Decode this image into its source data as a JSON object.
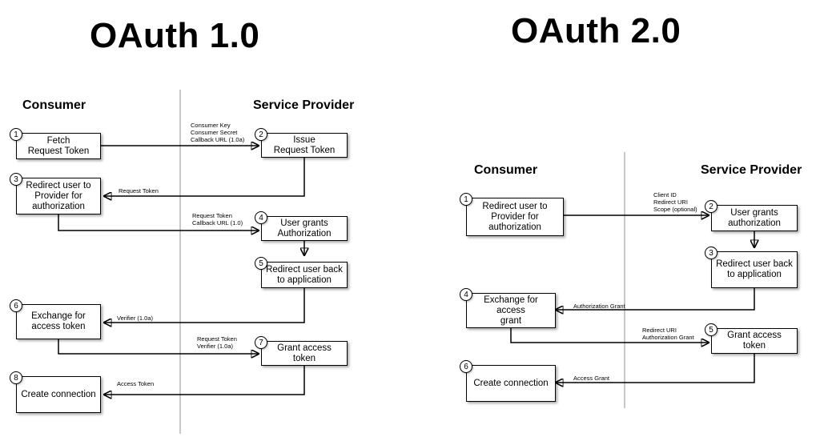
{
  "oauth1": {
    "title": "OAuth 1.0",
    "consumer_heading": "Consumer",
    "provider_heading": "Service Provider",
    "steps": [
      {
        "num": "1",
        "text": "Fetch\nRequest Token"
      },
      {
        "num": "2",
        "text": "Issue\nRequest Token"
      },
      {
        "num": "3",
        "text": "Redirect user to\nProvider for\nauthorization"
      },
      {
        "num": "4",
        "text": "User grants\nAuthorization"
      },
      {
        "num": "5",
        "text": "Redirect user back\nto application"
      },
      {
        "num": "6",
        "text": "Exchange for\naccess token"
      },
      {
        "num": "7",
        "text": "Grant access token"
      },
      {
        "num": "8",
        "text": "Create connection"
      }
    ],
    "messages": [
      "Consumer Key\nConsumer Secret\nCallback URL (1.0a)",
      "Request Token",
      "Request Token\nCallback URL (1.0)",
      "Verifier (1.0a)",
      "Request Token\nVerifier (1.0a)",
      "Access Token"
    ]
  },
  "oauth2": {
    "title": "OAuth 2.0",
    "consumer_heading": "Consumer",
    "provider_heading": "Service Provider",
    "steps": [
      {
        "num": "1",
        "text": "Redirect user to\nProvider for\nauthorization"
      },
      {
        "num": "2",
        "text": "User grants\nauthorization"
      },
      {
        "num": "3",
        "text": "Redirect user back\nto application"
      },
      {
        "num": "4",
        "text": "Exchange for access\ngrant"
      },
      {
        "num": "5",
        "text": "Grant access token"
      },
      {
        "num": "6",
        "text": "Create connection"
      }
    ],
    "messages": [
      "Client ID\nRedirect URI\nScope (optional)",
      "Authorization Grant",
      "Redirect URI\nAuthorization Grant",
      "Access Grant"
    ]
  }
}
